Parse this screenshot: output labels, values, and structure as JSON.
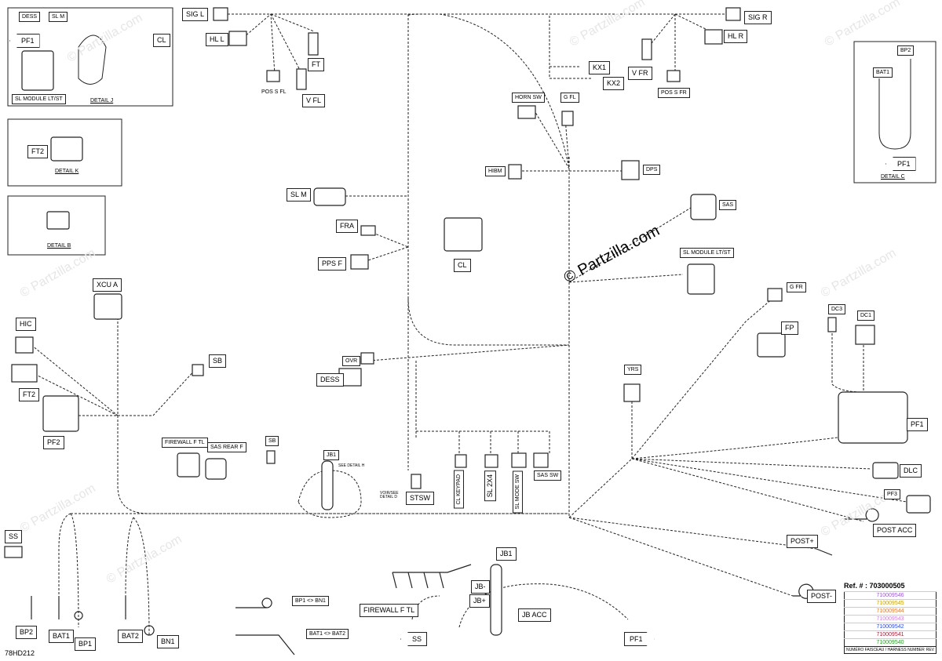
{
  "watermark": "© Partzilla.com",
  "main_watermark": "© Partzilla.com",
  "figure_code": "78HD212",
  "details": {
    "j": {
      "title": "DETAIL J",
      "labels": [
        "DESS",
        "SL M",
        "PF1",
        "CL",
        "SL MODULE LT/ST"
      ]
    },
    "k": {
      "title": "DETAIL K",
      "labels": [
        "FT2"
      ]
    },
    "b": {
      "title": "DETAIL B"
    },
    "c": {
      "title": "DETAIL C",
      "labels": [
        "BP2",
        "BAT1",
        "PF1"
      ]
    }
  },
  "labels": {
    "sig_l": "SIG L",
    "hl_l": "HL L",
    "ft": "FT",
    "pos_s_fl": "POS S FL",
    "v_fl": "V FL",
    "sig_r": "SIG R",
    "hl_r": "HL R",
    "kx1": "KX1",
    "kx2": "KX2",
    "v_fr": "V FR",
    "pos_s_fr": "POS S FR",
    "horn_sw": "HORN SW",
    "g_fl": "G FL",
    "hibm": "HIBM",
    "dps": "DPS",
    "sas": "SAS",
    "sl_module": "SL MODULE LT/ST",
    "sl_m": "SL M",
    "fra": "FRA",
    "pps_f": "PPS F",
    "cl": "CL",
    "xcu_a": "XCU A",
    "hic": "HIC",
    "ft2": "FT2",
    "pf2": "PF2",
    "sb": "SB",
    "ovr": "OVR",
    "dess": "DESS",
    "g_fr": "G FR",
    "fp": "FP",
    "dc3": "DC3",
    "dc1": "DC1",
    "yrs": "YRS",
    "pf1": "PF1",
    "dlc": "DLC",
    "pf3": "PF3",
    "post_acc": "POST ACC",
    "post_plus": "POST+",
    "post_minus": "POST-",
    "firewall_f_tl": "FIREWALL F TL",
    "sas_rear_f": "SAS REAR F",
    "sb2": "SB",
    "jb1": "JB1",
    "see_detail_h": "SEE DETAIL H",
    "see_detail_d": "VOIR/SEE DETAIL D",
    "stsw": "STSW",
    "cl_keypad": "CL KEYPAD",
    "sl_2x4": "SL 2X4",
    "sl_mode_sw": "SL MODE SW",
    "sas_sw": "SAS SW",
    "ss": "SS",
    "bp2": "BP2",
    "bat1": "BAT1",
    "bp1": "BP1",
    "bat2": "BAT2",
    "bn1": "BN1",
    "bp1_bn1": "BP1 <> BN1",
    "bat1_bat2": "BAT1 <> BAT2",
    "jb1b": "JB1",
    "jb_minus": "JB-",
    "jb_plus": "JB+",
    "jb_acc": "JB ACC",
    "firewall_f_tl2": "FIREWALL F TL",
    "ss2": "SS",
    "pf1b": "PF1"
  },
  "ref": {
    "title": "Ref. # : 703000505",
    "rows": [
      {
        "num": "710009546",
        "color": "#9b59d0"
      },
      {
        "num": "710009545",
        "color": "#c8a200"
      },
      {
        "num": "710009544",
        "color": "#e07a2a"
      },
      {
        "num": "710009543",
        "color": "#d080d8"
      },
      {
        "num": "710009542",
        "color": "#2c4ad8"
      },
      {
        "num": "710009541",
        "color": "#a0203a"
      },
      {
        "num": "710009540",
        "color": "#2a9a2a"
      }
    ],
    "foot_left": "NUMÉRO FAISCEAU / HARNESS NUMBER",
    "foot_right": "REV"
  }
}
